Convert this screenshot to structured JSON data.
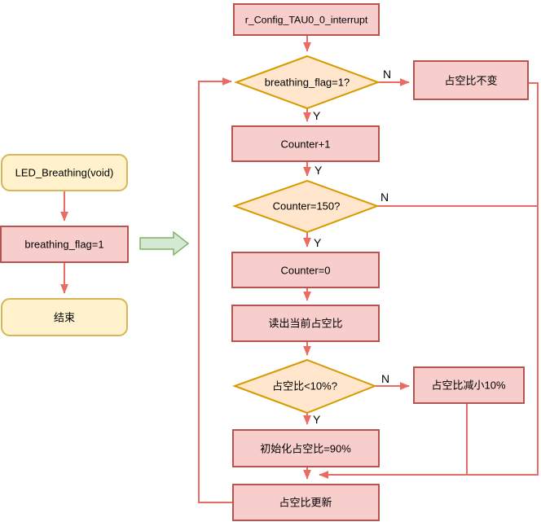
{
  "left_flow": {
    "start": "LED_Breathing(void)",
    "set_flag": "breathing_flag=1",
    "end": "结束"
  },
  "main_flow": {
    "interrupt": "r_Config_TAU0_0_interrupt",
    "decision_flag": "breathing_flag=1?",
    "keep_duty": "占空比不变",
    "counter_inc": "Counter+1",
    "decision_counter": "Counter=150?",
    "counter_reset": "Counter=0",
    "read_duty": "读出当前占空比",
    "decision_duty": "占空比<10%?",
    "decrease_duty": "占空比减小10%",
    "init_duty": "初始化占空比=90%",
    "update_duty": "占空比更新"
  },
  "edge_labels": {
    "yes": "Y",
    "no": "N"
  },
  "colors": {
    "process_fill": "#f8cecc",
    "process_stroke": "#b85450",
    "terminal_fill": "#fff2cc",
    "terminal_stroke": "#d6b656",
    "decision_fill": "#ffe6cc",
    "decision_stroke": "#d79b00",
    "connector": "#ea6b63",
    "transition_arrow_fill": "#d5e8d4",
    "transition_arrow_stroke": "#82b366",
    "background": "#ffffff"
  }
}
